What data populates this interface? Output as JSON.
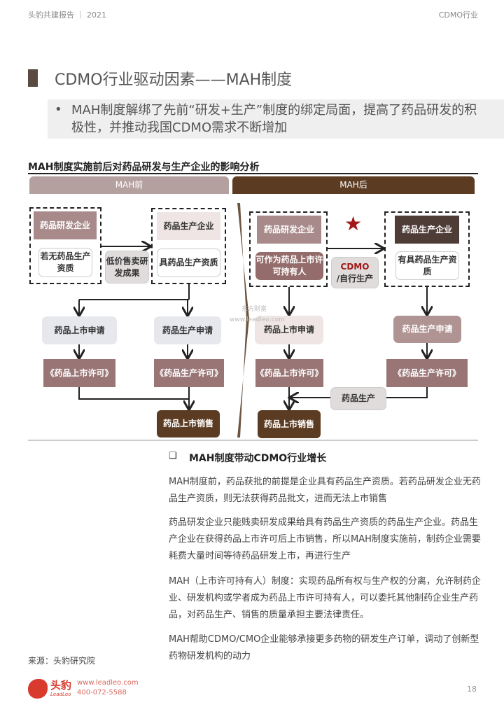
{
  "header": {
    "left": "头豹共建报告 ｜ 2021",
    "right": "CDMO行业"
  },
  "title": "CDMO行业驱动因素——MAH制度",
  "bullet": {
    "dot": "•",
    "text": "MAH制度解绑了先前“研发+生产”制度的绑定局面，提高了药品研发的积极性，并推动我国CDMO需求不断增加"
  },
  "diagram": {
    "title": "MAH制度实施前后对药品研发与生产企业的影响分析",
    "before": {
      "label": "MAH前",
      "rd_company": "药品研发企业",
      "rd_note": "若无药品生产资质",
      "transfer": "低价售卖研发成果",
      "mfg_company": "药品生产企业",
      "mfg_note": "具药品生产资质",
      "market_apply": "药品上市申请",
      "prod_apply": "药品生产申请",
      "market_permit": "《药品上市许可》",
      "prod_permit": "《药品生产许可》",
      "sale": "药品上市销售"
    },
    "after": {
      "label": "MAH后",
      "star": "★",
      "rd_company": "药品研发企业",
      "rd_note": "可作为药品上市许可持有人",
      "cdmo": "CDMO",
      "cdmo_sub": "/自行生产",
      "mfg_company": "药品生产企业",
      "mfg_note": "有具药品生产资质",
      "market_apply": "药品上市申请",
      "prod_apply": "药品生产申请",
      "market_permit": "《药品上市许可》",
      "prod_permit": "《药品生产许可》",
      "production": "药品生产",
      "sale": "药品上市销售"
    },
    "watermark1": "东方财富",
    "watermark2": "www.leadleo.com"
  },
  "section": {
    "icon": "❑",
    "heading": "MAH制度带动CDMO行业增长",
    "paragraphs": [
      "MAH制度前，药品获批的前提是企业具有药品生产资质。若药品研发企业无药品生产资质，则无法获得药品批文，进而无法上市销售",
      "药品研发企业只能贱卖研发成果给具有药品生产资质的药品生产企业。药品生产企业在获得药品上市许可后上市销售，所以MAH制度实施前，制药企业需要耗费大量时间等待药品研发上市，再进行生产",
      "MAH（上市许可持有人）制度：实现药品所有权与生产权的分离，允许制药企业、研发机构或学者成为药品上市许可持有人，可以委托其他制药企业生产药品，对药品生产、销售的质量承担主要法律责任。",
      "MAH帮助CDMO/CMO企业能够承接更多药物的研发生产订单，调动了创新型药物研发机构的动力"
    ]
  },
  "source": "来源：头豹研究院",
  "footer": {
    "logo_cn": "头豹",
    "logo_en": "LeadLeo",
    "url": "www.leadleo.com",
    "phone": "400-072-5588",
    "page": "18"
  },
  "colors": {
    "brown": "#5b3b22",
    "mauve": "#a88a8a",
    "star": "#a01818"
  }
}
